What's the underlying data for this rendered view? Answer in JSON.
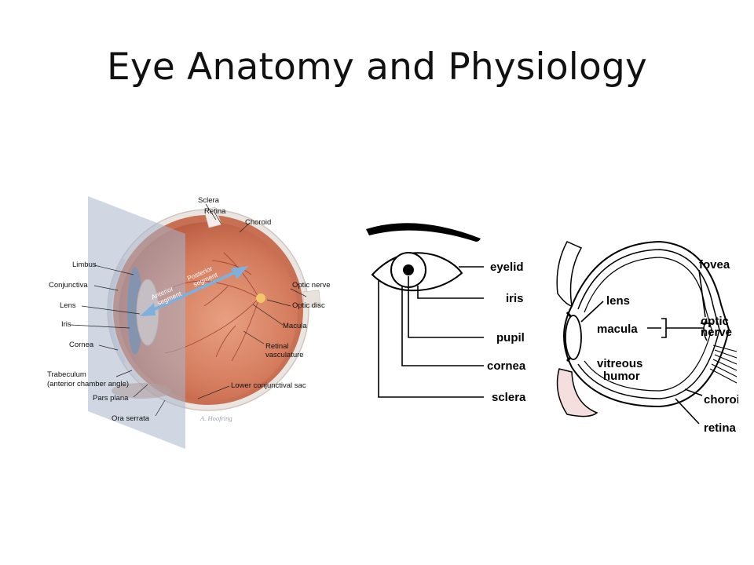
{
  "slide": {
    "title": "Eye Anatomy and Physiology"
  },
  "left_diagram": {
    "labels": {
      "sclera": "Sclera",
      "retina": "Retina",
      "choroid": "Choroid",
      "limbus": "Limbus",
      "conjunctiva": "Conjunctiva",
      "lens": "Lens",
      "iris": "Iris",
      "cornea": "Cornea",
      "trabeculum": "Trabeculum",
      "trabeculum_sub": "(anterior chamber angle)",
      "pars_plana": "Pars plana",
      "ora_serrata": "Ora serrata",
      "optic_nerve": "Optic nerve",
      "optic_disc": "Optic disc",
      "macula": "Macula",
      "retinal_vasculature_1": "Retinal",
      "retinal_vasculature_2": "vasculature",
      "lower_conjunctival_sac": "Lower conjunctival sac",
      "anterior_segment_1": "Anterior",
      "anterior_segment_2": "segment",
      "posterior_segment_1": "Posterior",
      "posterior_segment_2": "segment"
    },
    "credit": "A. Hoofring"
  },
  "right_diagram": {
    "labels": {
      "eyelid": "eyelid",
      "iris": "iris",
      "pupil": "pupil",
      "cornea": "cornea",
      "sclera": "sclera",
      "lens": "lens",
      "macula": "macula",
      "vitreous_1": "vitreous",
      "vitreous_2": "humor",
      "fovea": "fovea",
      "optic_1": "optic",
      "optic_2": "nerve",
      "choroid": "choroid",
      "retina": "retina"
    }
  },
  "colors": {
    "eye_interior": "#d9866a",
    "sclera_shell": "#ece6e2",
    "plane": "#a9b6cc",
    "arrow": "#7fb0dc"
  }
}
